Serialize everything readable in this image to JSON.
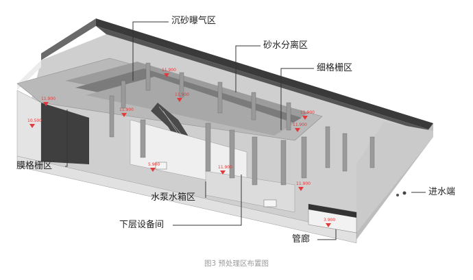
{
  "figure": {
    "caption": "图3  预处理区布置图",
    "labels": {
      "grit_aeration": "沉砂曝气区",
      "sand_water_separation": "砂水分离区",
      "fine_screen": "细格栅区",
      "membrane_screen": "膜格栅区",
      "pump_tank": "水泵水箱区",
      "lower_equipment": "下层设备间",
      "inlet": "进水端",
      "pipe_gallery": "管廊"
    },
    "elevations": [
      "11.900",
      "11.900",
      "11.900",
      "11.900",
      "11.900",
      "11.900",
      "10.500",
      "5.900",
      "11.900",
      "11.900",
      "3.900"
    ]
  },
  "colors": {
    "elevation_marker": "#e23a3a",
    "wall_light": "#d9d9d9",
    "wall_dark": "#5a5a5a"
  }
}
